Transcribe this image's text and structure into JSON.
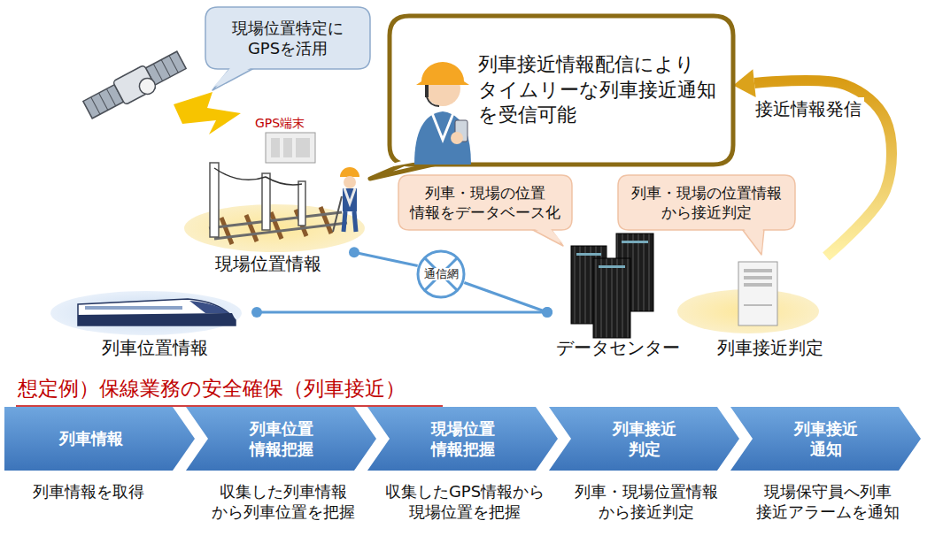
{
  "diagram": {
    "nodes": [
      {
        "text": [
          "現場位置特定に GPSを活用"
        ]
      },
      {
        "text": [
          "列車接近情報配信により タイムリーな列車接近通知 を受信可能"
        ]
      },
      {
        "text": [
          "列車・現場の位置 情報をデータベース化"
        ]
      },
      {
        "text": [
          "列車・現場の位置情報 から接近判定"
        ]
      },
      {
        "text": [
          "現場位置情報"
        ]
      },
      {
        "text": [
          "通信網"
        ]
      },
      {
        "text": [
          "列車位置情報"
        ]
      },
      {
        "text": [
          "データセンター"
        ]
      },
      {
        "text": [
          "列車接近判定"
        ]
      },
      {
        "text": [
          "列車情報"
        ]
      },
      {
        "text": [
          "列車位置 情報把握"
        ]
      },
      {
        "text": [
          "現場位置 情報把握"
        ]
      },
      {
        "text": [
          "列車接近 判定"
        ]
      },
      {
        "text": [
          "列車接近 通知"
        ]
      }
    ],
    "edges": [
      {
        "from": 4,
        "to": 5,
        "arrow": "none"
      },
      {
        "from": 5,
        "to": 7,
        "arrow": "none"
      },
      {
        "from": 6,
        "to": 7,
        "arrow": "none"
      },
      {
        "from": 8,
        "to": 1,
        "label": "接近情報発信",
        "arrow": "to"
      }
    ],
    "labels": [
      "GPS端末",
      "想定例）保線業務の安全確保（列車接近）",
      "列車情報を取得",
      "収集した列車情報 から列車位置を把握",
      "収集したGPS情報から 現場位置を把握",
      "列車・現場位置情報 から接近判定",
      "現場保守員へ列車 接近アラームを通知"
    ]
  }
}
